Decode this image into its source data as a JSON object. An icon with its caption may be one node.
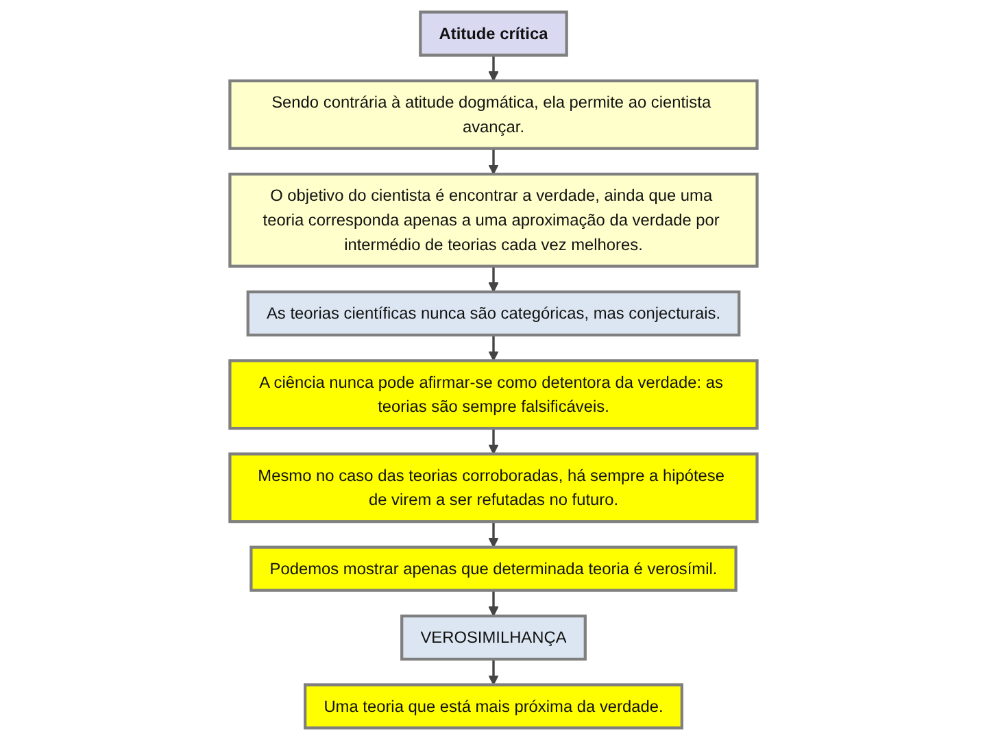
{
  "diagram": {
    "nodes": [
      {
        "text": [
          "Atitude crítica"
        ]
      },
      {
        "text": [
          "Sendo contrária à atitude dogmática, ela permite ao cientista avançar."
        ]
      },
      {
        "text": [
          "O objetivo do cientista é encontrar a verdade, ainda que uma teoria corresponda apenas a uma aproximação da verdade por intermédio de teorias cada vez melhores."
        ]
      },
      {
        "text": [
          "As teorias científicas nunca são categóricas, mas conjecturais."
        ]
      },
      {
        "text": [
          "A ciência nunca pode afirmar-se como detentora da verdade: as teorias são sempre falsificáveis."
        ]
      },
      {
        "text": [
          "Mesmo no caso das teorias corroboradas, há sempre a hipótese de virem a ser refutadas no futuro."
        ]
      },
      {
        "text": [
          "Podemos mostrar apenas que determinada teoria é verosímil."
        ]
      },
      {
        "text": [
          "VEROSIMILHANÇA"
        ]
      },
      {
        "text": [
          "Uma teoria que está mais próxima da verdade."
        ]
      }
    ],
    "edges": [
      {
        "from": 0,
        "to": 1,
        "arrow": "to"
      },
      {
        "from": 1,
        "to": 2,
        "arrow": "to"
      },
      {
        "from": 2,
        "to": 3,
        "arrow": "to"
      },
      {
        "from": 3,
        "to": 4,
        "arrow": "to"
      },
      {
        "from": 4,
        "to": 5,
        "arrow": "to"
      },
      {
        "from": 5,
        "to": 6,
        "arrow": "to"
      },
      {
        "from": 6,
        "to": 7,
        "arrow": "to"
      },
      {
        "from": 7,
        "to": 8,
        "arrow": "to"
      }
    ]
  }
}
